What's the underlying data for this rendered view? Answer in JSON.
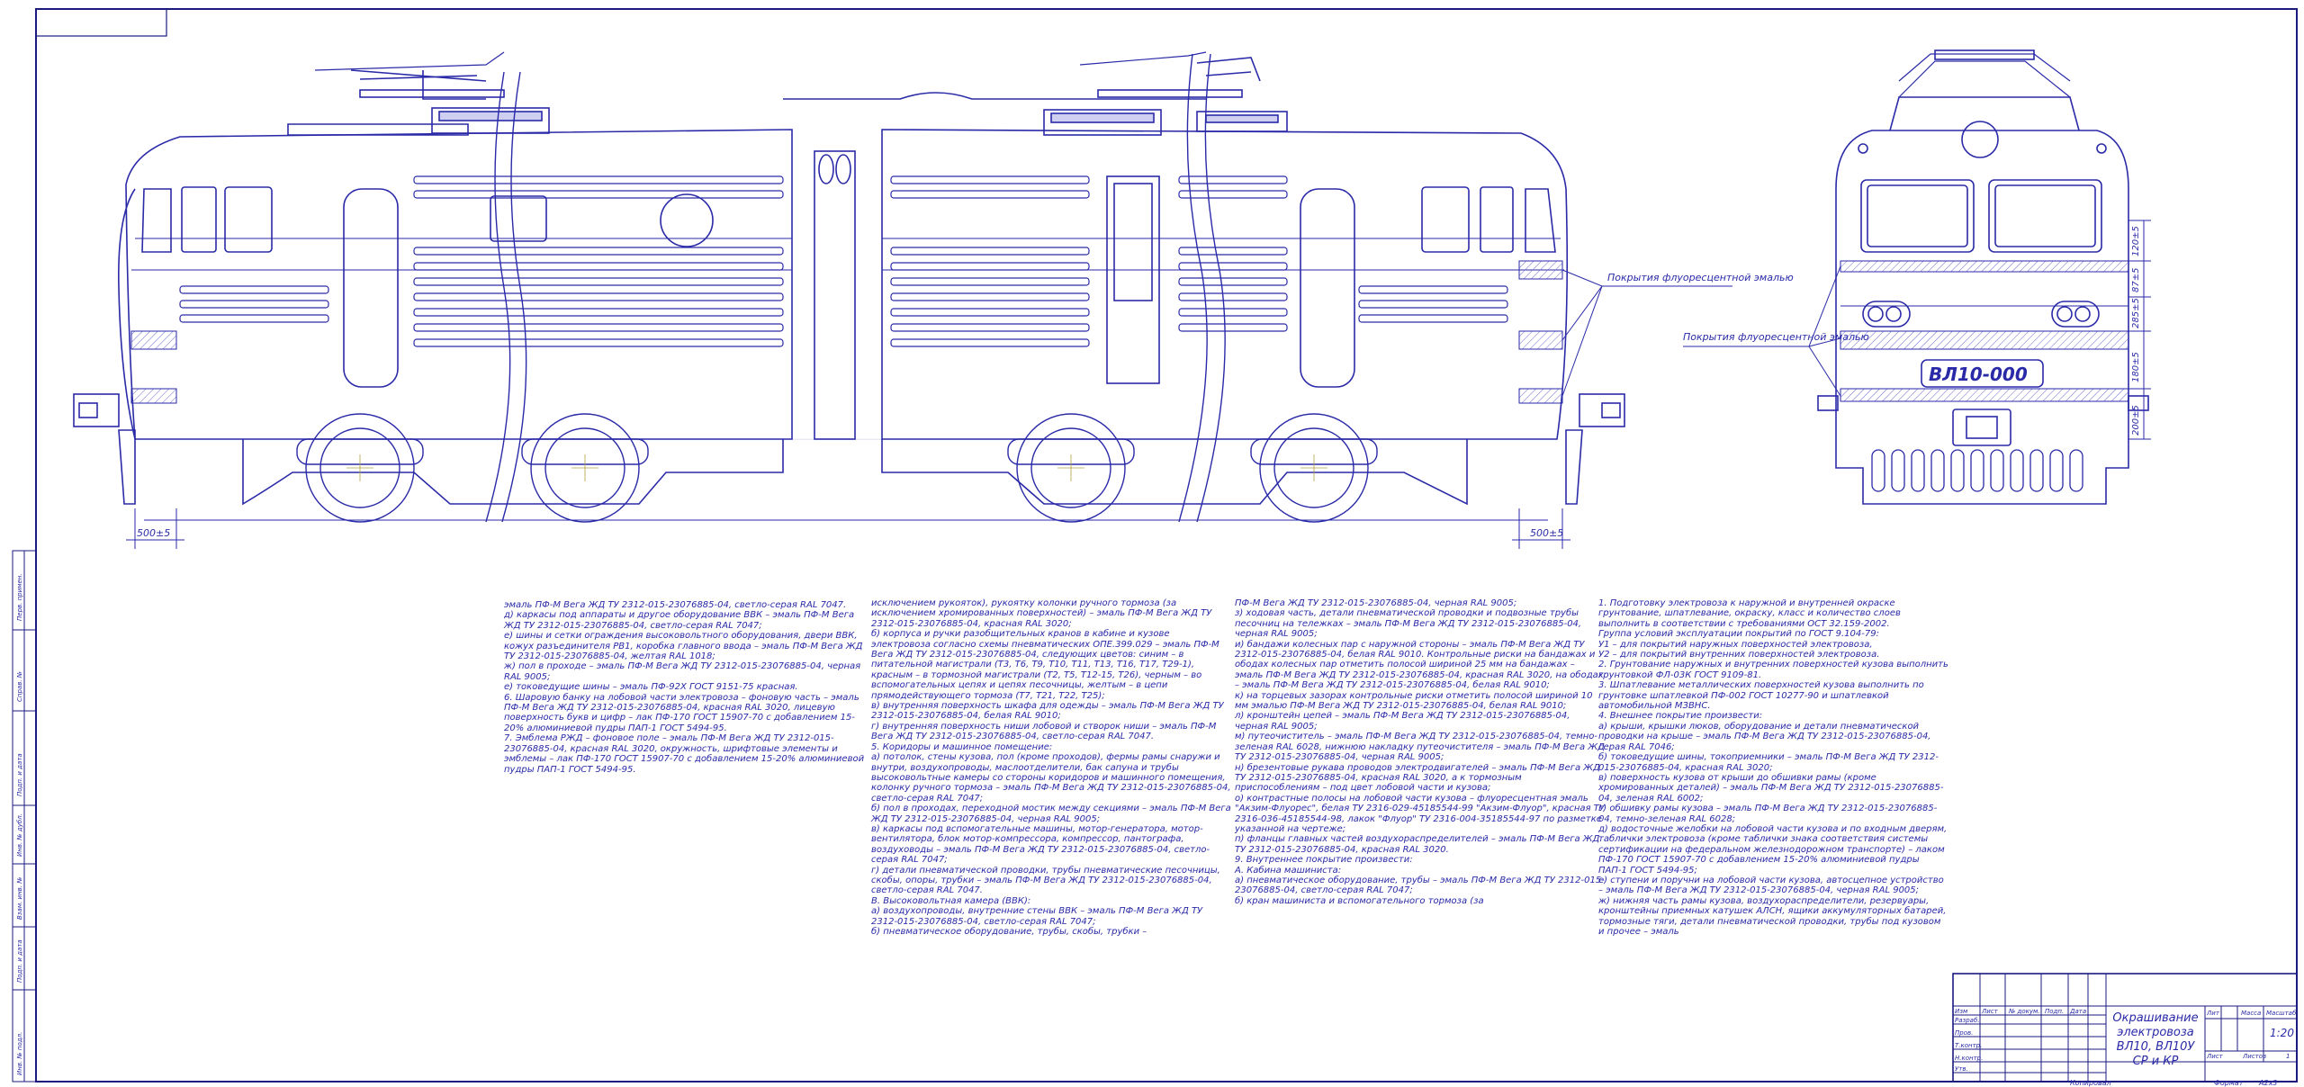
{
  "drawing": {
    "callouts": {
      "fluor_side": "Покрытия флуоресцентной эмалью",
      "fluor_front": "Покрытия флуоресцентной эмалью"
    },
    "dimensions": {
      "left_offset": "500±5",
      "right_offset": "500±5",
      "front_dims": [
        "120±5",
        "87±5",
        "285±5",
        "180±5",
        "200±5"
      ]
    },
    "number_plate": "ВЛ10-000"
  },
  "notes": {
    "column1": "эмаль ПФ-М Вега ЖД ТУ 2312-015-23076885-04, светло-серая RAL 7047.\n    д) каркасы под аппараты и другое оборудование ВВК – эмаль ПФ-М Вега ЖД ТУ 2312-015-23076885-04, светло-серая RAL 7047;\n    е) шины и сетки ограждения высоковольтного оборудования, двери ВВК, кожух разъединителя РВ1, коробка главного ввода – эмаль ПФ-М Вега ЖД ТУ 2312-015-23076885-04, желтая RAL 1018;\n    ж) пол в проходе – эмаль ПФ-М Вега ЖД ТУ 2312-015-23076885-04, черная RAL 9005;\n    е) токоведущие шины – эмаль ПФ-92Х ГОСТ 9151-75 красная.\n    6. Шаровую банку на лобовой части электровоза – фоновую часть – эмаль ПФ-М Вега ЖД ТУ 2312-015-23076885-04, красная RAL 3020, лицевую поверхность букв и цифр – лак ПФ-170 ГОСТ 15907-70 с добавлением 15-20% алюминиевой пудры ПАП-1 ГОСТ 5494-95.\n    7. Эмблема РЖД – фоновое поле – эмаль ПФ-М Вега ЖД ТУ 2312-015-23076885-04, красная RAL 3020, окружность, шрифтовые элементы и эмблемы – лак ПФ-170 ГОСТ 15907-70 с добавлением 15-20% алюминиевой пудры ПАП-1 ГОСТ 5494-95.",
    "column2": "исключением рукояток), рукоятку колонки ручного тормоза (за исключением хромированных поверхностей) – эмаль ПФ-М Вега ЖД ТУ 2312-015-23076885-04, красная RAL 3020;\n    б) корпуса и ручки разобщительных кранов в кабине и кузове электровоза согласно схемы пневматических ОПЕ.399.029 – эмаль ПФ-М Вега ЖД ТУ 2312-015-23076885-04, следующих цветов: синим – в питательной магистрали (Т3, Т6, Т9, Т10, Т11, Т13, Т16, Т17, Т29-1), красным – в тормозной магистрали (Т2, Т5, Т12-15, Т26), черным – во вспомогательных цепях и цепях песочницы, желтым – в цепи прямодействующего тормоза (Т7, Т21, Т22, Т25);\n    в) внутренняя поверхность шкафа для одежды – эмаль ПФ-М Вега ЖД ТУ 2312-015-23076885-04, белая RAL 9010;\n    г) внутренняя поверхность ниши лобовой и створок ниши – эмаль ПФ-М Вега ЖД ТУ 2312-015-23076885-04, светло-серая RAL 7047.\n    5. Коридоры и машинное помещение:\n    а) потолок, стены кузова, пол (кроме проходов), фермы рамы снаружи и внутри, воздухопроводы, маслоотделители, бак сапуна и трубы высоковольтные камеры со стороны коридоров и машинного помещения, колонку ручного тормоза – эмаль ПФ-М Вега ЖД ТУ 2312-015-23076885-04, светло-серая RAL 7047;\n    б) пол в проходах, переходной мостик между секциями – эмаль ПФ-М Вега ЖД ТУ 2312-015-23076885-04, черная RAL 9005;\n    в) каркасы под вспомогательные машины, мотор-генератора, мотор-вентилятора, блок мотор-компрессора, компрессор, пантографа, воздуховоды – эмаль ПФ-М Вега ЖД ТУ 2312-015-23076885-04, светло-серая RAL 7047;\n    г) детали пневматической проводки, трубы пневматические песочницы, скобы, опоры, трубки – эмаль ПФ-М Вега ЖД ТУ 2312-015-23076885-04, светло-серая RAL 7047.\n    В. Высоковольтная камера (ВВК):\n    а) воздухопроводы, внутренние стены ВВК – эмаль ПФ-М Вега ЖД ТУ 2312-015-23076885-04, светло-серая RAL 7047;\n    б) пневматическое оборудование, трубы, скобы, трубки –",
    "column3": "ПФ-М Вега ЖД ТУ 2312-015-23076885-04, черная RAL 9005;\n    з) ходовая часть, детали пневматической проводки и подвозные трубы песочниц на тележках – эмаль ПФ-М Вега ЖД ТУ 2312-015-23076885-04, черная RAL 9005;\n    и) бандажи колесных пар с наружной стороны – эмаль ПФ-М Вега ЖД ТУ 2312-015-23076885-04, белая RAL 9010. Контрольные риски на бандажах и ободах колесных пар отметить полосой шириной 25 мм на бандажах – эмаль ПФ-М Вега ЖД ТУ 2312-015-23076885-04, красная RAL 3020, на ободах – эмаль ПФ-М Вега ЖД ТУ 2312-015-23076885-04, белая RAL 9010;\n    к) на торцевых зазорах контрольные риски отметить полосой шириной 10 мм эмалью ПФ-М Вега ЖД ТУ 2312-015-23076885-04, белая RAL 9010;\n    л) кронштейн цепей – эмаль ПФ-М Вега ЖД ТУ 2312-015-23076885-04, черная RAL 9005;\n    м) путеочиститель – эмаль ПФ-М Вега ЖД ТУ 2312-015-23076885-04, темно-зеленая RAL 6028, нижнюю накладку путеочистителя – эмаль ПФ-М Вега ЖД ТУ 2312-015-23076885-04, черная RAL 9005;\n    н) брезентовые рукава проводов электродвигателей – эмаль ПФ-М Вега ЖД ТУ 2312-015-23076885-04, красная RAL 3020, а к тормозным приспособлениям – под цвет лобовой части и кузова;\n    о) контрастные полосы на лобовой части кузова – флуоресцентная эмаль \"Акзим-Флуорес\", белая ТУ 2316-029-45185544-99 \"Акзим-Флуор\", красная ТУ 2316-036-45185544-98, лакок \"Флуор\" ТУ 2316-004-35185544-97 по разметке указанной на чертеже;\n    п) фланцы главных частей воздухораспределителей – эмаль ПФ-М Вега ЖД ТУ 2312-015-23076885-04, красная RAL 3020.\n    9. Внутреннее покрытие произвести:\n    А. Кабина машиниста:\n    а) пневматическое оборудование, трубы – эмаль ПФ-М Вега ЖД ТУ 2312-015-23076885-04, светло-серая RAL 7047;\n    б) кран машиниста и вспомогательного тормоза (за",
    "column4": "1. Подготовку электровоза к наружной и внутренней окраске грунтование, шпатлевание, окраску, класс и количество слоев выполнить в соответствии с требованиями ОСТ 32.159-2002.\n    Группа условий эксплуатации покрытий по ГОСТ 9.104-79:\n    У1 – для покрытий наружных поверхностей электровоза,\n    У2 – для покрытий внутренних поверхностей электровоза.\n    2. Грунтование наружных и внутренних поверхностей кузова выполнить грунтовкой ФЛ-03К ГОСТ 9109-81.\n    3. Шпатлевание металлических поверхностей кузова выполнить по грунтовке шпатлевкой ПФ-002 ГОСТ 10277-90 и шпатлевкой автомобильной МЗВНС.\n    4. Внешнее покрытие произвести:\n    а) крыши, крышки люков, оборудование и детали пневматической проводки на крыше – эмаль ПФ-М Вега ЖД ТУ 2312-015-23076885-04, серая RAL 7046;\n    б) токоведущие шины, токоприемники – эмаль ПФ-М Вега ЖД ТУ 2312-015-23076885-04, красная RAL 3020;\n    в) поверхность кузова от крыши до обшивки рамы (кроме хромированных деталей) – эмаль ПФ-М Вега ЖД ТУ 2312-015-23076885-04, зеленая RAL 6002;\n    г) обшивку рамы кузова – эмаль ПФ-М Вега ЖД ТУ 2312-015-23076885-04, темно-зеленая RAL 6028;\n    д) водосточные желобки на лобовой части кузова и по входным дверям, таблички электровоза (кроме таблички знака соответствия системы сертификации на федеральном железнодорожном транспорте) – лаком ПФ-170 ГОСТ 15907-70 с добавлением 15-20% алюминиевой пудры ПАП-1 ГОСТ 5494-95;\n    е) ступени и поручни на лобовой части кузова, автосцепное устройство – эмаль ПФ-М Вега ЖД ТУ 2312-015-23076885-04, черная RAL 9005;\n    ж) нижняя часть рамы кузова, воздухораспределители, резервуары, кронштейны приемных катушек АЛСН, ящики аккумуляторных батарей, тормозные тяги, детали пневматической проводки, трубы под кузовом и прочее – эмаль"
  },
  "title_block": {
    "title": "Окрашивание электровоза ВЛ10, ВЛ10У СР и КР",
    "designation": "",
    "lit_label": "Лит",
    "mass_label": "Масса",
    "scale_label": "Масштаб",
    "scale": "1:20",
    "sheet_label": "Лист",
    "sheets_label": "Листов",
    "sheets_value": "1",
    "rows": [
      "Изм",
      "Лист",
      "№ докум.",
      "Подп.",
      "Дата",
      "Разраб.",
      "Пров.",
      "Т.контр.",
      "Н.контр.",
      "Утв."
    ],
    "copied": "Копировал",
    "format_label": "Формат",
    "format_value": "А2х3"
  },
  "side_stamp": {
    "labels": [
      "Перв. примен.",
      "Справ. №",
      "Подп. и дата",
      "Инв. № дубл.",
      "Взам. инв. №",
      "Подп. и дата",
      "Инв. № подл."
    ]
  },
  "colors": {
    "line": "#2a2aa8",
    "frame": "#1a1a80",
    "hatch": "#6a6ad0",
    "background": "#ffffff"
  }
}
